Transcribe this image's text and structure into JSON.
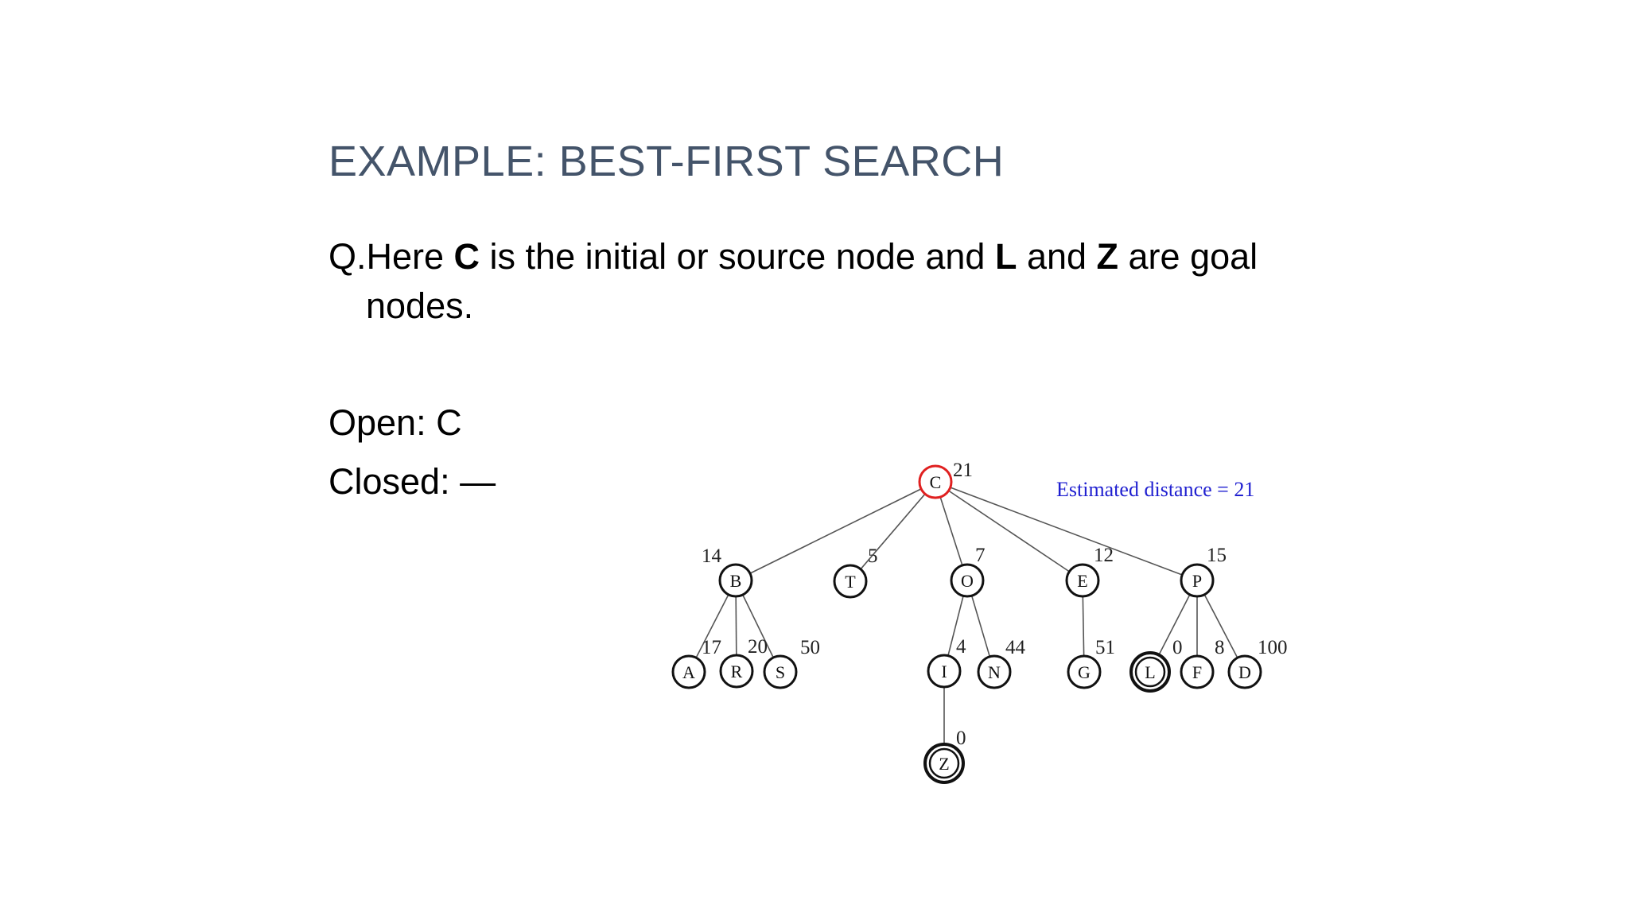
{
  "slide": {
    "title": "EXAMPLE: BEST-FIRST SEARCH",
    "question": {
      "prefix": "Q.Here ",
      "source": "C",
      "mid1": " is the initial or source node and ",
      "goal1": "L",
      "mid2": " and ",
      "goal2": "Z",
      "suffix_line1": " are goal",
      "line2": "nodes."
    },
    "open": {
      "label": "Open:",
      "value": "C"
    },
    "closed": {
      "label": "Closed:",
      "value": "—"
    }
  },
  "diagram": {
    "estimate_label": "Estimated distance = 21",
    "colors": {
      "highlight": "#e02020",
      "estimate_text": "#1f1fd0",
      "edge": "#555555",
      "node": "#111111"
    },
    "nodes": [
      {
        "id": "C",
        "h": "21",
        "highlight": true
      },
      {
        "id": "B",
        "h": "14"
      },
      {
        "id": "T",
        "h": "5"
      },
      {
        "id": "O",
        "h": "7"
      },
      {
        "id": "E",
        "h": "12"
      },
      {
        "id": "P",
        "h": "15"
      },
      {
        "id": "A",
        "h": "17"
      },
      {
        "id": "R",
        "h": "20"
      },
      {
        "id": "S",
        "h": "50"
      },
      {
        "id": "I",
        "h": "4"
      },
      {
        "id": "N",
        "h": "44"
      },
      {
        "id": "G",
        "h": "51"
      },
      {
        "id": "L",
        "h": "0",
        "goal": true
      },
      {
        "id": "F",
        "h": "8"
      },
      {
        "id": "D",
        "h": "100"
      },
      {
        "id": "Z",
        "h": "0",
        "goal": true
      }
    ],
    "edges": [
      [
        "C",
        "B"
      ],
      [
        "C",
        "T"
      ],
      [
        "C",
        "O"
      ],
      [
        "C",
        "E"
      ],
      [
        "C",
        "P"
      ],
      [
        "B",
        "A"
      ],
      [
        "B",
        "R"
      ],
      [
        "B",
        "S"
      ],
      [
        "O",
        "I"
      ],
      [
        "O",
        "N"
      ],
      [
        "E",
        "G"
      ],
      [
        "P",
        "L"
      ],
      [
        "P",
        "F"
      ],
      [
        "P",
        "D"
      ],
      [
        "I",
        "Z"
      ]
    ]
  }
}
